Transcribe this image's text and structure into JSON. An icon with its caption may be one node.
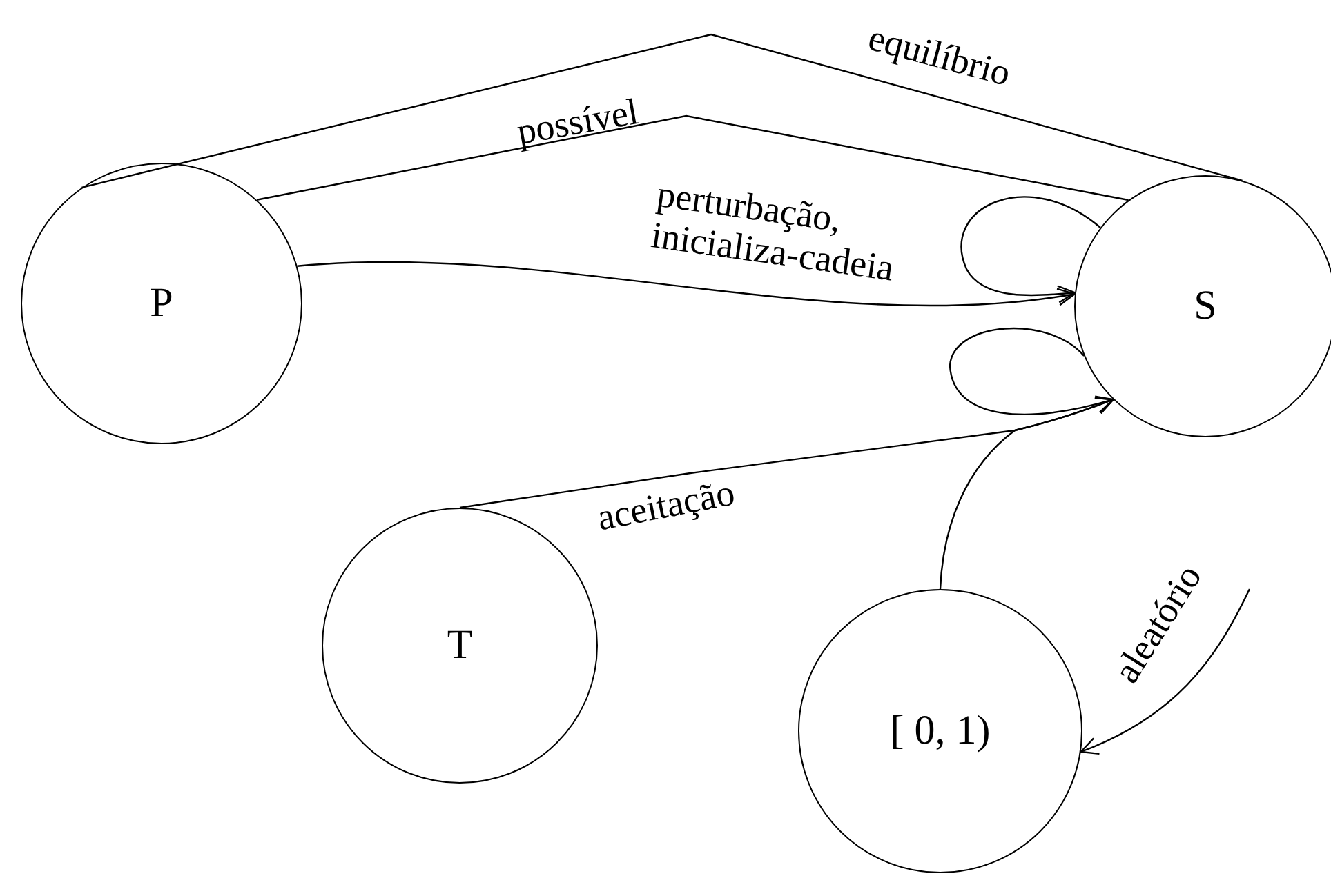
{
  "diagram": {
    "nodes": [
      {
        "text": [
          "P"
        ]
      },
      {
        "text": [
          "S"
        ]
      },
      {
        "text": [
          "T"
        ]
      },
      {
        "text": [
          "[ 0, 1)"
        ]
      }
    ],
    "edges": [
      {
        "from": 0,
        "to": 1,
        "arrow": "none",
        "label": "equilíbrio"
      },
      {
        "from": 0,
        "to": 1,
        "arrow": "none",
        "label": "possível"
      },
      {
        "from": 0,
        "to": 1,
        "arrow": "to",
        "label": "perturbação, inicializa-cadeia"
      },
      {
        "from": 1,
        "to": 1,
        "arrow": "to"
      },
      {
        "from": 1,
        "to": 1,
        "arrow": "to"
      },
      {
        "from": 2,
        "to": 1,
        "arrow": "to",
        "label": "aceitação"
      },
      {
        "from": 3,
        "to": 1,
        "arrow": "to"
      },
      {
        "from": null,
        "to": 3,
        "arrow": "to",
        "label": "aleatório"
      }
    ]
  }
}
